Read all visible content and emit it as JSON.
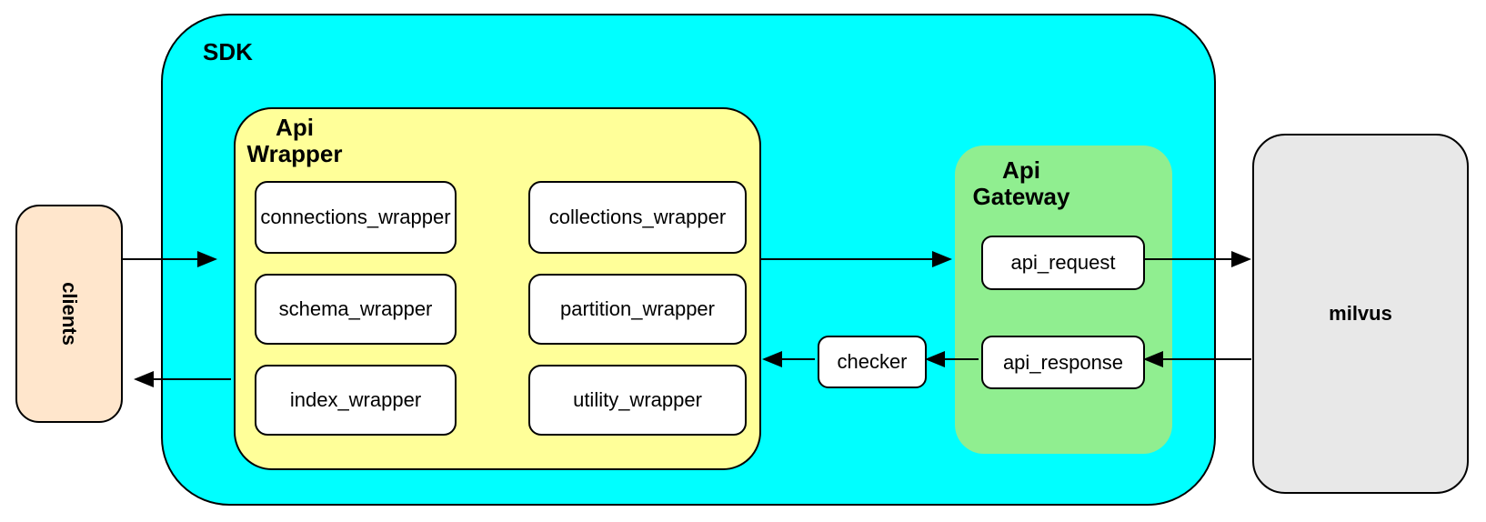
{
  "diagram": {
    "clients": {
      "label": "clients",
      "fill": "#ffe6cc"
    },
    "sdk": {
      "label": "SDK",
      "fill": "#00ffff",
      "api_wrapper": {
        "label": "Api Wrapper",
        "fill": "#ffff99",
        "boxes": [
          "connections_wrapper",
          "collections_wrapper",
          "schema_wrapper",
          "partition_wrapper",
          "index_wrapper",
          "utility_wrapper"
        ]
      },
      "checker": {
        "label": "checker",
        "fill": "#ffffff"
      },
      "api_gateway": {
        "label": "Api Gateway",
        "fill": "#90ee90",
        "boxes": [
          "api_request",
          "api_response"
        ]
      }
    },
    "milvus": {
      "label": "milvus",
      "fill": "#e8e8e8"
    },
    "edges": [
      {
        "from": "clients",
        "to": "SDK",
        "direction": "right"
      },
      {
        "from": "Api Wrapper",
        "to": "api_request",
        "direction": "right"
      },
      {
        "from": "api_request",
        "to": "milvus",
        "direction": "right"
      },
      {
        "from": "milvus",
        "to": "api_response",
        "direction": "left"
      },
      {
        "from": "api_response",
        "to": "checker",
        "direction": "left"
      },
      {
        "from": "checker",
        "to": "Api Wrapper",
        "direction": "left"
      },
      {
        "from": "Api Wrapper",
        "to": "clients",
        "direction": "left"
      }
    ]
  }
}
